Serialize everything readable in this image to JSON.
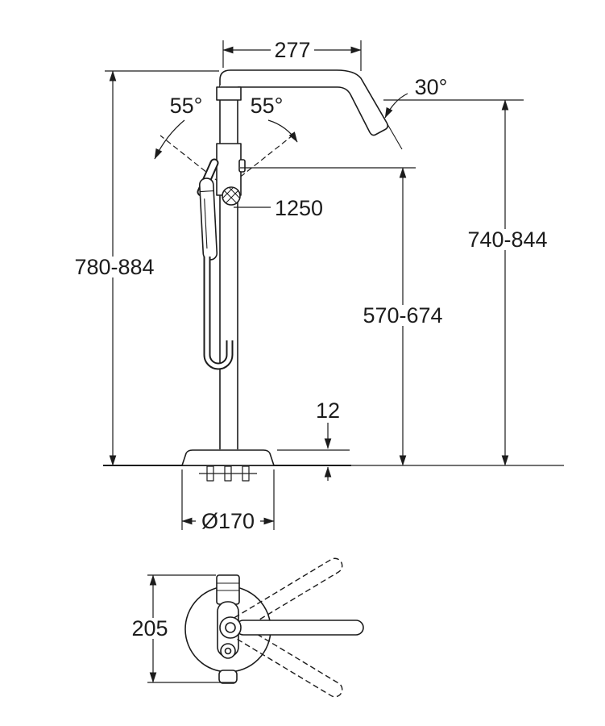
{
  "drawing": {
    "background": "#ffffff",
    "line_color": "#1c1c1c",
    "elevation": {
      "spout_reach": "277",
      "swivel_angle_left": "55°",
      "swivel_angle_right": "55°",
      "spout_angle": "30°",
      "hose_length": "1250",
      "overall_height_range": "780-884",
      "spout_height_range": "740-844",
      "shower_holder_height_range": "570-674",
      "base_plate_thickness": "12",
      "base_plate_diameter": "Ø170"
    },
    "plan": {
      "footprint_depth": "205"
    }
  }
}
